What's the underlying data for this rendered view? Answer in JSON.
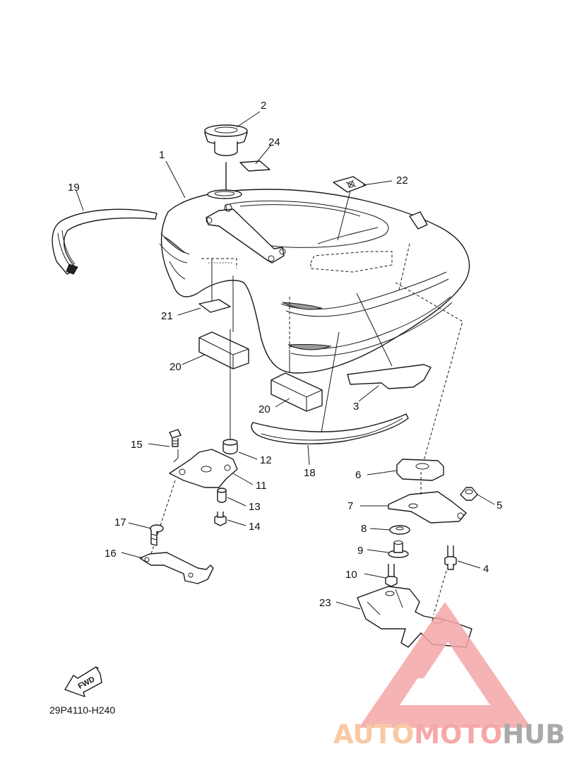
{
  "diagram": {
    "code": "29P4110-H240",
    "fwd_label": "FWD"
  },
  "callouts": [
    {
      "id": "1",
      "label": "1"
    },
    {
      "id": "2",
      "label": "2"
    },
    {
      "id": "3",
      "label": "3"
    },
    {
      "id": "4",
      "label": "4"
    },
    {
      "id": "5",
      "label": "5"
    },
    {
      "id": "6",
      "label": "6"
    },
    {
      "id": "7",
      "label": "7"
    },
    {
      "id": "8",
      "label": "8"
    },
    {
      "id": "9",
      "label": "9"
    },
    {
      "id": "10",
      "label": "10"
    },
    {
      "id": "11",
      "label": "11"
    },
    {
      "id": "12",
      "label": "12"
    },
    {
      "id": "13",
      "label": "13"
    },
    {
      "id": "14",
      "label": "14"
    },
    {
      "id": "15",
      "label": "15"
    },
    {
      "id": "16",
      "label": "16"
    },
    {
      "id": "17",
      "label": "17"
    },
    {
      "id": "18",
      "label": "18"
    },
    {
      "id": "19",
      "label": "19"
    },
    {
      "id": "20a",
      "label": "20"
    },
    {
      "id": "20b",
      "label": "20"
    },
    {
      "id": "21",
      "label": "21"
    },
    {
      "id": "22",
      "label": "22"
    },
    {
      "id": "23",
      "label": "23"
    },
    {
      "id": "24",
      "label": "24"
    }
  ],
  "watermark": {
    "part1": "AUTO",
    "part2": "MOTO",
    "part3": "HUB",
    "triangle_color": "#f4a6a6",
    "auto_color": "#f8c9a4",
    "hub_color": "#a9a9a9"
  }
}
